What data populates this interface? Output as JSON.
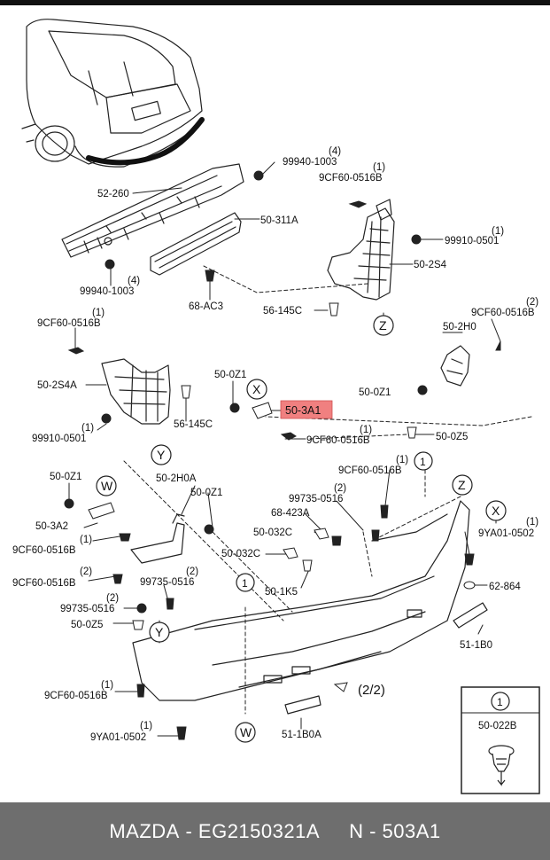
{
  "colors": {
    "highlight": "#f08080",
    "footer_bg": "#6e6e6e",
    "line": "#222222"
  },
  "labels": {
    "c99940_1003_top": "99940-1003",
    "q4_top": "(4)",
    "c9CF60_top": "9CF60-0516B",
    "q1_a": "(1)",
    "c52_260": "52-260",
    "c50_311A": "50-311A",
    "c99910_0501_r": "99910-0501",
    "q1_b": "(1)",
    "c50_2S4": "50-2S4",
    "c99940_1003_b": "99940-1003",
    "q4_b": "(4)",
    "c68_AC3": "68-AC3",
    "c56_145C_t": "56-145C",
    "c9CF60_l": "9CF60-0516B",
    "q1_c": "(1)",
    "c50_2H0": "50-2H0",
    "c9CF60_r": "9CF60-0516B",
    "q2_a": "(2)",
    "c50_2S4A": "50-2S4A",
    "c50_0Z1_m": "50-0Z1",
    "c50_3A1": "50-3A1",
    "c56_145C_b": "56-145C",
    "c50_0Z1_r": "50-0Z1",
    "c99910_0501_l": "99910-0501",
    "q1_d": "(1)",
    "c9CF60_m": "9CF60-0516B",
    "q1_e": "(1)",
    "c50_0Z5_r": "50-0Z5",
    "c9CF60_mr": "9CF60-0516B",
    "q1_f": "(1)",
    "c50_0Z1_lw": "50-0Z1",
    "c50_2H0A": "50-2H0A",
    "c50_0Z1_lw2": "50-0Z1",
    "c99735_0516_a": "99735-0516",
    "q2_b": "(2)",
    "c68_423A": "68-423A",
    "c50_3A2": "50-3A2",
    "c9CF60_lw": "9CF60-0516B",
    "q1_g": "(1)",
    "c50_032C_a": "50-032C",
    "c9YA01_r": "9YA01-0502",
    "q1_h": "(1)",
    "c50_032C_b": "50-032C",
    "c9CF60_lw2": "9CF60-0516B",
    "q2_c": "(2)",
    "c99735_0516_b": "99735-0516",
    "q2_d": "(2)",
    "c62_864": "62-864",
    "c50_1K5": "50-1K5",
    "c99735_0516_c": "99735-0516",
    "q2_e": "(2)",
    "c50_0Z5_l": "50-0Z5",
    "c51_1B0": "51-1B0",
    "c9CF60_bl": "9CF60-0516B",
    "q1_i": "(1)",
    "c9YA01_l": "9YA01-0502",
    "q1_j": "(1)",
    "c51_1B0A": "51-1B0A",
    "page": "(2/2)",
    "legend_code": "50-022B"
  },
  "circle_marks": {
    "Z": "Z",
    "Y": "Y",
    "X": "X",
    "W": "W",
    "one": "1"
  },
  "footer": {
    "brand": "MAZDA",
    "sep1": " - ",
    "part": "EG2150321A",
    "gap": "     ",
    "ref": "N - 503A1"
  }
}
